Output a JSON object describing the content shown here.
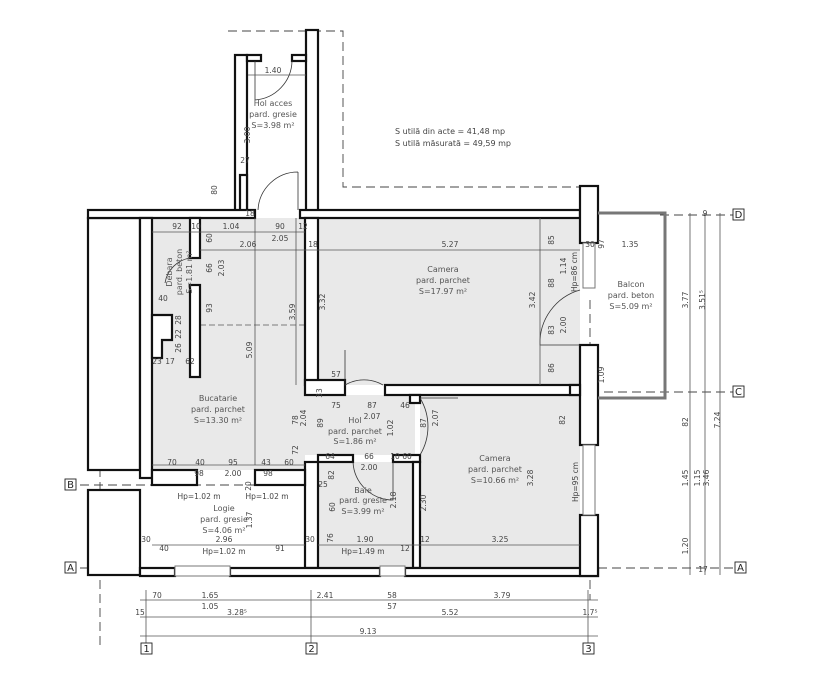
{
  "summary": {
    "line1": "S utilă din acte = 41,48 mp",
    "line2": "S utilă măsurată = 49,59 mp"
  },
  "rooms": [
    {
      "name": "Hol acces",
      "floor": "pard. gresie",
      "area": "S=3.98 m²"
    },
    {
      "name": "Camera",
      "floor": "pard. parchet",
      "area": "S=17.97 m²"
    },
    {
      "name": "Balcon",
      "floor": "pard. beton",
      "area": "S=5.09 m²"
    },
    {
      "name": "Debara",
      "floor": "pard. beton",
      "area": "S=1.81 m²"
    },
    {
      "name": "Bucatarie",
      "floor": "pard. parchet",
      "area": "S=13.30 m²"
    },
    {
      "name": "Hol",
      "floor": "pard. parchet",
      "area": "S=1.86 m²"
    },
    {
      "name": "Baie",
      "floor": "pard. gresie",
      "area": "S=3.99 m²"
    },
    {
      "name": "Camera",
      "floor": "pard. parchet",
      "area": "S=10.66 m²"
    },
    {
      "name": "Logie",
      "floor": "pard. gresie",
      "area": "S=4.06 m²"
    }
  ],
  "axes": {
    "a": "A",
    "b": "B",
    "c": "C",
    "d": "D",
    "n1": "1",
    "n2": "2",
    "n3": "3"
  },
  "dimensions": [
    "1.40",
    "3.00",
    "27",
    "80",
    "18",
    "92",
    "10",
    "1.04",
    "90",
    "12",
    "60",
    "2.06",
    "2.05",
    "18",
    "5.27",
    "85",
    "30",
    "97",
    "1.35",
    "66",
    "2.03",
    "93",
    "40",
    "28",
    "22",
    "26",
    "23",
    "17",
    "62",
    "3.59",
    "5.09",
    "3.32",
    "3.42",
    "88",
    "1.14",
    "Hp=86 cm",
    "83",
    "2.00",
    "86",
    "1.09",
    "57",
    "33",
    "75",
    "87",
    "46",
    "2.07",
    "89",
    "2.04",
    "78",
    "72",
    "1.02",
    "87",
    "2.07",
    "82",
    "70",
    "40",
    "95",
    "43",
    "60",
    "98",
    "2.00",
    "98",
    "64",
    "66",
    "10",
    "60",
    "2.00",
    "82",
    "25",
    "60",
    "76",
    "2.18",
    "2.30",
    "3.28",
    "Hp=95 cm",
    "Hp=1.02 m",
    "Hp=1.02 m",
    "1.37",
    "20",
    "2.96",
    "30",
    "30",
    "40",
    "Hp=1.02 m",
    "91",
    "1.90",
    "12",
    "3.25",
    "Hp=1.49 m",
    "12",
    "9",
    "3.77",
    "3.51⁵",
    "82",
    "1.45",
    "1.15",
    "3.46",
    "1.20",
    "7.24",
    "17",
    "70",
    "1.65",
    "1.05",
    "2.41",
    "58",
    "57",
    "3.79",
    "15",
    "3.28⁵",
    "5.52",
    "1.7⁵",
    "9.13"
  ]
}
